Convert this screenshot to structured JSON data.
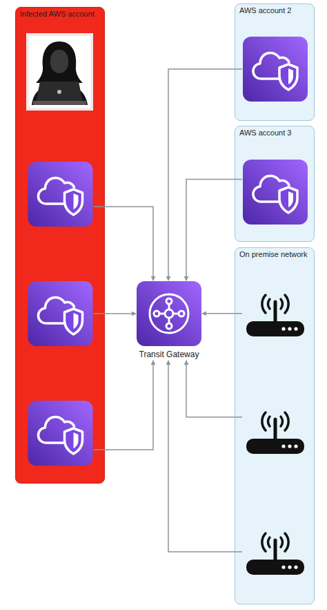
{
  "diagram": {
    "nodes": [
      {
        "text": [
          "Infected AWS account"
        ]
      },
      {
        "text": [],
        "in": 0
      },
      {
        "text": [],
        "in": 0
      },
      {
        "text": [],
        "in": 0
      },
      {
        "text": [
          "AWS account 2"
        ]
      },
      {
        "text": [],
        "in": 4
      },
      {
        "text": [
          "AWS account 3"
        ]
      },
      {
        "text": [],
        "in": 6
      },
      {
        "text": [
          "Transit Gateway"
        ]
      },
      {
        "text": [
          "On premise network"
        ]
      },
      {
        "text": [],
        "in": 9
      },
      {
        "text": [],
        "in": 9
      },
      {
        "text": [],
        "in": 9
      }
    ],
    "edges": [
      {
        "from": 1,
        "to": 8,
        "arrow": "to"
      },
      {
        "from": 2,
        "to": 8,
        "arrow": "to"
      },
      {
        "from": 3,
        "to": 8,
        "arrow": "to"
      },
      {
        "from": 5,
        "to": 8,
        "arrow": "to"
      },
      {
        "from": 7,
        "to": 8,
        "arrow": "to"
      },
      {
        "from": 10,
        "to": 8,
        "arrow": "to"
      },
      {
        "from": 11,
        "to": 8,
        "arrow": "to"
      },
      {
        "from": 12,
        "to": 8,
        "arrow": "to"
      }
    ]
  }
}
